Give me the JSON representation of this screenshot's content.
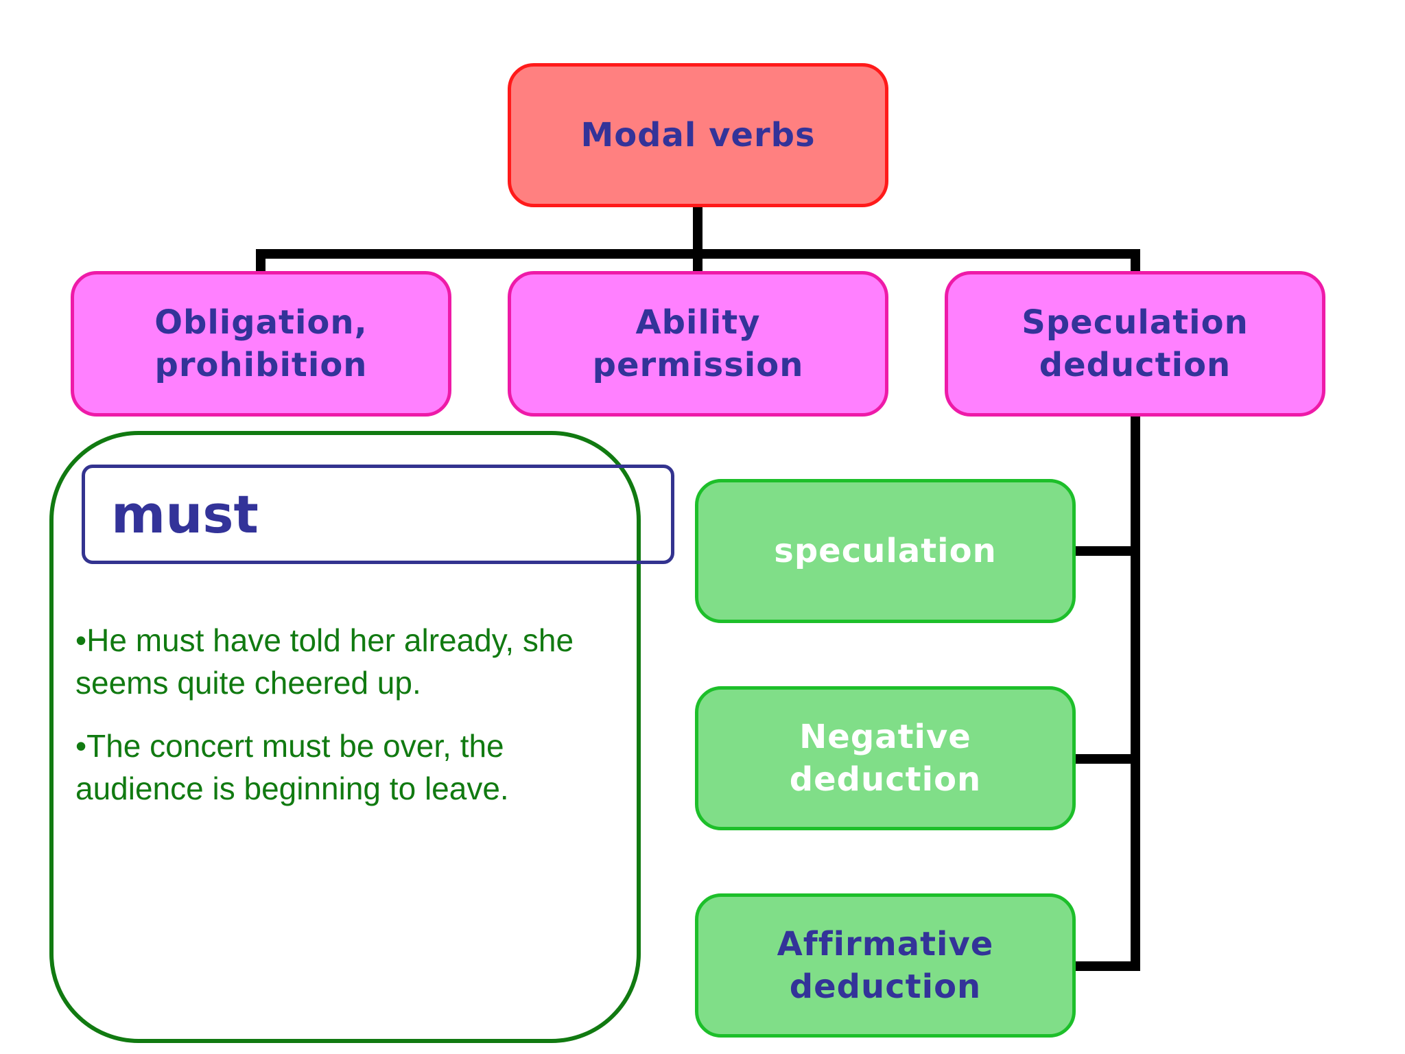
{
  "root": {
    "label": "Modal verbs"
  },
  "categories": [
    {
      "label": "Obligation,\nprohibition"
    },
    {
      "label": "Ability\npermission"
    },
    {
      "label": "Speculation\ndeduction"
    }
  ],
  "subcategories": [
    {
      "label": "speculation"
    },
    {
      "label": "Negative\ndeduction"
    },
    {
      "label": "Affirmative\ndeduction"
    }
  ],
  "detail": {
    "term": "must",
    "examples": [
      "•He must have told her already, she seems quite cheered up.",
      "•The concert must be over, the audience is beginning to leave."
    ]
  },
  "colors": {
    "root_fill": "#ff8080",
    "root_border": "#ff1a1a",
    "category_fill": "#ff80ff",
    "category_border": "#ee1aa8",
    "sub_fill": "#80de88",
    "sub_border": "#1dbf2a",
    "heading_text": "#333399",
    "example_text": "#117a11",
    "connector": "#000000"
  }
}
